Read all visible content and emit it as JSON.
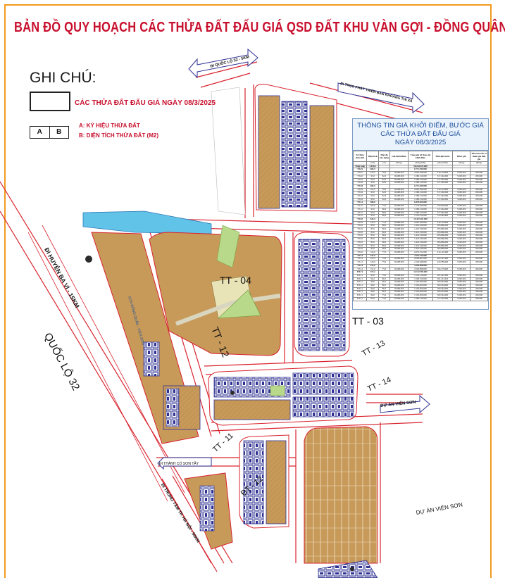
{
  "map": {
    "title": "BẢN ĐỒ QUY HOẠCH CÁC THỬA ĐẤT ĐẤU GIÁ QSD ĐẤT KHU VÀN GỢI - ĐỒNG QUÂN, PHƯỜNG VIÊN SƠN",
    "colors": {
      "frame": "#f29a1e",
      "title": "#c8102e",
      "road_edge": "#d9232e",
      "plot_fill": "#c89a5a",
      "plot_border": "#2e3192",
      "water": "#62c3e9",
      "green": "#b8d98a",
      "road_text": "#c8102e"
    }
  },
  "legend": {
    "heading": "GHI CHÚ:",
    "box_label": "CÁC THỬA ĐẤT ĐẤU GIÁ NGÀY 08/3/2025",
    "ab_a": "A",
    "ab_b": "B",
    "a_desc": "A: KÝ HIỆU THỬA ĐẤT",
    "b_desc": "B: DIỆN TÍCH THỬA ĐẤT (M2)"
  },
  "roads": {
    "ql32": "QUỐC LỘ 32",
    "r_huyen": "ĐI HUYỆN BA VÌ - 15KM",
    "r_qlo": "ĐI QUỐC LỘ 32 - 5KM",
    "r_truc": "ĐI TRỤC PHÁT TRIỂN BAN KHOÁNG THỊ XÃ",
    "r_bv": "DỰ ÁN VIÊN SƠN",
    "r_bv2": "DỰ ÁN VIÊN SƠN",
    "r_hn": "ĐI TRUNG TÂM TP. HÀ NỘI - 50KM",
    "r_ccn": "CCN ĐỒNG QUÂN - VIÊN SƠN",
    "r_cty": "ĐI THÀNH CỔ SƠN TÂY"
  },
  "zones": {
    "tt04": "TT - 04",
    "tt12": "TT - 12",
    "tt03": "TT - 03",
    "tt13": "TT - 13",
    "tt14": "TT - 14",
    "tt11": "TT - 11",
    "dt12": "ĐT - 12"
  },
  "price_info": {
    "title_line1": "THÔNG TIN GIÁ KHỞI ĐIỂM, BƯỚC GIÁ",
    "title_line2": "CÁC THỬA ĐẤT ĐẤU GIÁ",
    "title_line3": "NGÀY 08/3/2025",
    "headers": [
      "Ký hiệu thửa đất",
      "Diện tích",
      "Mặt độ xây dựng",
      "Giá khởi điểm",
      "Tổng giá trị theo giá khởi điểm",
      "Tiền đặt trước",
      "Bước giá",
      "Tiền mua hồ sơ tham gia đấu giá"
    ],
    "units": [
      "",
      "(m2)",
      "(%)",
      "(đồng)",
      "(đồng/thửa)",
      "(đồng/thửa)",
      "(đồng)",
      "(đồng)"
    ],
    "rows": [
      [
        "Tổng cộng",
        "3.010,2",
        "",
        "",
        "50.264.319.600",
        "",
        "",
        ""
      ],
      [
        "TT-01",
        "405,5",
        "",
        "",
        "6.771.039.000",
        "",
        "",
        ""
      ],
      [
        "TT-01",
        "125,5",
        "70,0",
        "16.698.000",
        "2.095.599.000",
        "419.119.800",
        "5.000.000",
        "200.000"
      ],
      [
        "TT-02",
        "95,0",
        "82,0",
        "16.698.000",
        "1.586.310.000",
        "317.262.000",
        "5.000.000",
        "200.000"
      ],
      [
        "TT-03",
        "95,0",
        "82,0",
        "16.698.000",
        "1.586.310.000",
        "317.262.000",
        "5.000.000",
        "200.000"
      ],
      [
        "TT-04",
        "95,0",
        "82,0",
        "16.698.000",
        "1.586.310.000",
        "317.262.000",
        "5.000.000",
        "200.000"
      ],
      [
        "TT-04",
        "405,5",
        "",
        "",
        "6.771.039.000",
        "",
        "",
        ""
      ],
      [
        "TT-04",
        "125,5",
        "70,0",
        "16.698.000",
        "2.095.599.000",
        "419.119.800",
        "5.000.000",
        "200.000"
      ],
      [
        "TT-04",
        "95,0",
        "82,0",
        "16.698.000",
        "1.586.310.000",
        "317.262.000",
        "5.000.000",
        "200.000"
      ],
      [
        "TT-04",
        "95,0",
        "82,0",
        "16.698.000",
        "1.586.310.000",
        "317.262.000",
        "5.000.000",
        "200.000"
      ],
      [
        "TT-04",
        "95,0",
        "82,0",
        "16.698.000",
        "1.586.310.000",
        "317.262.000",
        "5.000.000",
        "200.000"
      ],
      [
        "TT-12",
        "388,0",
        "",
        "",
        "6.478.824.000",
        "",
        "",
        ""
      ],
      [
        "TT-12",
        "105,0",
        "75,0",
        "16.698.000",
        "1.753.290.000",
        "350.658.000",
        "5.000.000",
        "200.000"
      ],
      [
        "TT-12",
        "95,0",
        "86,0",
        "16.698.000",
        "1.586.310.000",
        "317.262.000",
        "5.000.000",
        "200.000"
      ],
      [
        "TT-12",
        "95,0",
        "86,0",
        "16.698.000",
        "1.586.310.000",
        "317.262.000",
        "5.000.000",
        "200.000"
      ],
      [
        "TT-12",
        "93,0",
        "86,0",
        "16.698.000",
        "1.552.914.000",
        "310.582.800",
        "5.000.000",
        "200.000"
      ],
      [
        "TT-03",
        "924,5",
        "",
        "",
        "15.437.301.000",
        "",
        "",
        ""
      ],
      [
        "TT-03",
        "125,5",
        "77,0",
        "16.698.000",
        "2.095.599.000",
        "419.119.800",
        "5.000.000",
        "200.000"
      ],
      [
        "TT-03",
        "85,0",
        "86,0",
        "16.698.000",
        "1.419.330.000",
        "283.866.000",
        "5.000.000",
        "200.000"
      ],
      [
        "TT-03",
        "85,0",
        "86,0",
        "16.698.000",
        "1.419.330.000",
        "283.866.000",
        "5.000.000",
        "200.000"
      ],
      [
        "TT-03",
        "85,0",
        "86,0",
        "16.698.000",
        "1.419.330.000",
        "283.866.000",
        "5.000.000",
        "200.000"
      ],
      [
        "TT-03",
        "85,0",
        "86,0",
        "16.698.000",
        "1.419.330.000",
        "283.866.000",
        "5.000.000",
        "200.000"
      ],
      [
        "TT-03",
        "85,0",
        "86,0",
        "16.698.000",
        "1.419.330.000",
        "283.866.000",
        "5.000.000",
        "200.000"
      ],
      [
        "TT-03",
        "85,0",
        "86,0",
        "16.698.000",
        "1.419.330.000",
        "283.866.000",
        "5.000.000",
        "200.000"
      ],
      [
        "TT-03",
        "85,0",
        "86,0",
        "16.698.000",
        "1.419.330.000",
        "283.866.000",
        "5.000.000",
        "200.000"
      ],
      [
        "TT-03",
        "85,0",
        "86,0",
        "16.698.000",
        "1.419.330.000",
        "283.866.000",
        "5.000.000",
        "200.000"
      ],
      [
        "TT-03",
        "124,0",
        "77,0",
        "16.698.000",
        "2.070.552.000",
        "414.110.400",
        "5.000.000",
        "200.000"
      ],
      [
        "TT-13",
        "247,5",
        "",
        "",
        "4.132.755.000",
        "",
        "",
        ""
      ],
      [
        "TT-13",
        "121,5",
        "75,0",
        "16.698.000",
        "2.028.807.000",
        "405.761.400",
        "5.000.000",
        "200.000"
      ],
      [
        "TT-13",
        "126,0",
        "75,0",
        "16.698.000",
        "2.103.948.000",
        "420.789.600",
        "5.000.000",
        "200.000"
      ],
      [
        "TT-14",
        "151,0",
        "",
        "",
        "2.520.898.000",
        "",
        "",
        ""
      ],
      [
        "TT-14",
        "151,0",
        "75,0",
        "16.698.000",
        "2.520.898.000",
        "504.179.600",
        "5.000.000",
        "200.000"
      ],
      [
        "ĐT-11",
        "727,2",
        "",
        "",
        "12.142.785.600",
        "",
        "",
        ""
      ],
      [
        "ĐT-11",
        "92,0",
        "75,0",
        "16.698.000",
        "1.536.216.000",
        "307.243.200",
        "5.000.000",
        "200.000"
      ],
      [
        "ĐT-11",
        "90,2",
        "86,5",
        "16.698.000",
        "1.506.159.600",
        "301.231.920",
        "5.000.000",
        "200.000"
      ],
      [
        "ĐT-11",
        "90,0",
        "86,5",
        "16.698.000",
        "1.502.820.000",
        "300.564.000",
        "5.000.000",
        "200.000"
      ],
      [
        "ĐT-11",
        "90,0",
        "86,5",
        "16.698.000",
        "1.502.820.000",
        "300.564.000",
        "5.000.000",
        "200.000"
      ],
      [
        "ĐT-11",
        "90,0",
        "86,5",
        "16.698.000",
        "1.502.820.000",
        "300.564.000",
        "5.000.000",
        "200.000"
      ],
      [
        "ĐT-11",
        "90,0",
        "86,5",
        "16.698.000",
        "1.502.820.000",
        "300.564.000",
        "5.000.000",
        "200.000"
      ],
      [
        "ĐT-11",
        "90,0",
        "75,0",
        "16.698.000",
        "1.502.820.000",
        "300.564.000",
        "5.000.000",
        "200.000"
      ],
      [
        "ĐT-11",
        "95,0",
        "75,0",
        "16.698.000",
        "1.586.310.000",
        "317.262.000",
        "5.000.000",
        "200.000"
      ]
    ]
  }
}
